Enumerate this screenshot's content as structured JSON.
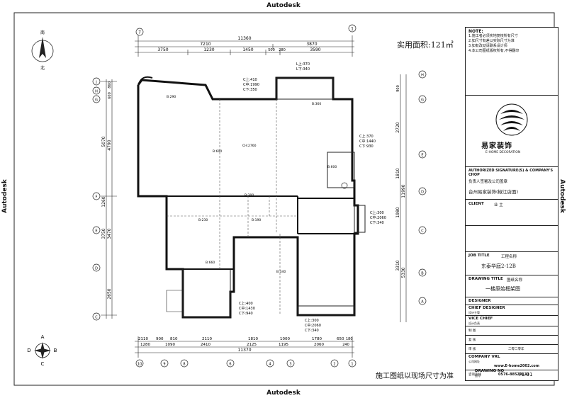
{
  "watermark": "Autodesk",
  "area_label": "实用面积:121㎡",
  "bottom_note": "施工图纸以现场尺寸为准",
  "compass": {
    "north": "南",
    "south": "北",
    "a": "A",
    "b": "B",
    "c": "C",
    "d": "D"
  },
  "grid": {
    "top_axes": [
      "7",
      "1"
    ],
    "bottom_axes": [
      "10",
      "9",
      "8",
      "6",
      "4",
      "3",
      "2",
      "1"
    ],
    "left_axes": [
      "J",
      "H",
      "G",
      "F",
      "E",
      "D",
      "C"
    ],
    "right_axes": [
      "H",
      "G",
      "E",
      "D",
      "C",
      "B",
      "A"
    ]
  },
  "dims": {
    "top_total": "11360",
    "top_row1": [
      "7210",
      "3870"
    ],
    "top_row2": [
      "3750",
      "1230",
      "1450",
      "500",
      "280",
      "3590"
    ],
    "bottom_total": "11370",
    "bottom_row1": [
      "1280",
      "1090",
      "2410",
      "2125",
      "1195",
      "2060",
      "240"
    ],
    "bottom_row2": [
      "2110",
      "900",
      "810",
      "2110",
      "1810",
      "1000",
      "1780",
      "650",
      "180"
    ],
    "left_outer": [
      "5070",
      "1260",
      "3750"
    ],
    "left_inner": [
      "860",
      "600",
      "4790",
      "3470",
      "2650"
    ],
    "right_outer": [
      "11990",
      "5330"
    ],
    "right_inner": [
      "900",
      "2720",
      "1810",
      "1980",
      "3310"
    ]
  },
  "room_labels": [
    {
      "text": "C上:410"
    },
    {
      "text": "C中:1990"
    },
    {
      "text": "C下:350"
    },
    {
      "text": "L上:370"
    },
    {
      "text": "L下:340"
    },
    {
      "text": "C上:370"
    },
    {
      "text": "C中:1440"
    },
    {
      "text": "C下:930"
    },
    {
      "text": "C上:300"
    },
    {
      "text": "C中:2060"
    },
    {
      "text": "C下:340"
    },
    {
      "text": "C上:400"
    },
    {
      "text": "C中:1430"
    },
    {
      "text": "C下:940"
    },
    {
      "text": "C上:300"
    },
    {
      "text": "C中:2060"
    },
    {
      "text": "C下:340"
    },
    {
      "text": "B:290"
    },
    {
      "text": "B:360"
    },
    {
      "text": "CH:2760"
    },
    {
      "text": "B:600"
    },
    {
      "text": "B:190"
    },
    {
      "text": "B:230"
    },
    {
      "text": "B:660"
    },
    {
      "text": "B:600"
    },
    {
      "text": "B:300"
    },
    {
      "text": "B:340"
    }
  ],
  "title_block": {
    "notes_header": "NOTE:",
    "notes": [
      "1.施工者必须实地复核所有尺寸",
      "2.如尺寸有差以实际尺寸为准",
      "3.如有改动请联系设计师",
      "4.本公司图纸版权所有,不得翻印"
    ],
    "logo_text": "易家装饰",
    "logo_sub": "E-HOME DECORATION",
    "authorized": "AUTHORIZED SIGNATURE(S) & COMPANY'S CHOP",
    "authorized_cn": "负责人签署及公司盖章",
    "company": "台州易家装饰(椒江店面)",
    "client_label": "CLIENT",
    "client_cn": "业  主",
    "job_title_label": "JOB TITLE",
    "job_title_cn": "工程名称",
    "job_title": "东泰华庭2-12B",
    "drawing_title_label": "DRAWING TITLE",
    "drawing_title_cn": "图纸名称",
    "drawing_title": "一楼原始框架图",
    "designer_label": "DESIGNER",
    "chief_designer_label": "CHIEF DESIGNER",
    "chief_designer_cn": "设计主管",
    "vice_chief_label": "VICE CHIEF",
    "vice_chief_cn": "设计负责",
    "extra_rows": [
      "制  图",
      "复  核",
      "审  核"
    ],
    "date_label": "二零二零年",
    "company_url_label": "COMPANY VRL",
    "company_url_cn": "公司网址",
    "url": "www.E-home2002.com",
    "tel_cn": "咨询热线",
    "tel": "0576-88523131",
    "drawing_no_label": "DRAWING NO",
    "drawing_no_cn": "图号",
    "drawing_no": "PL-01"
  }
}
